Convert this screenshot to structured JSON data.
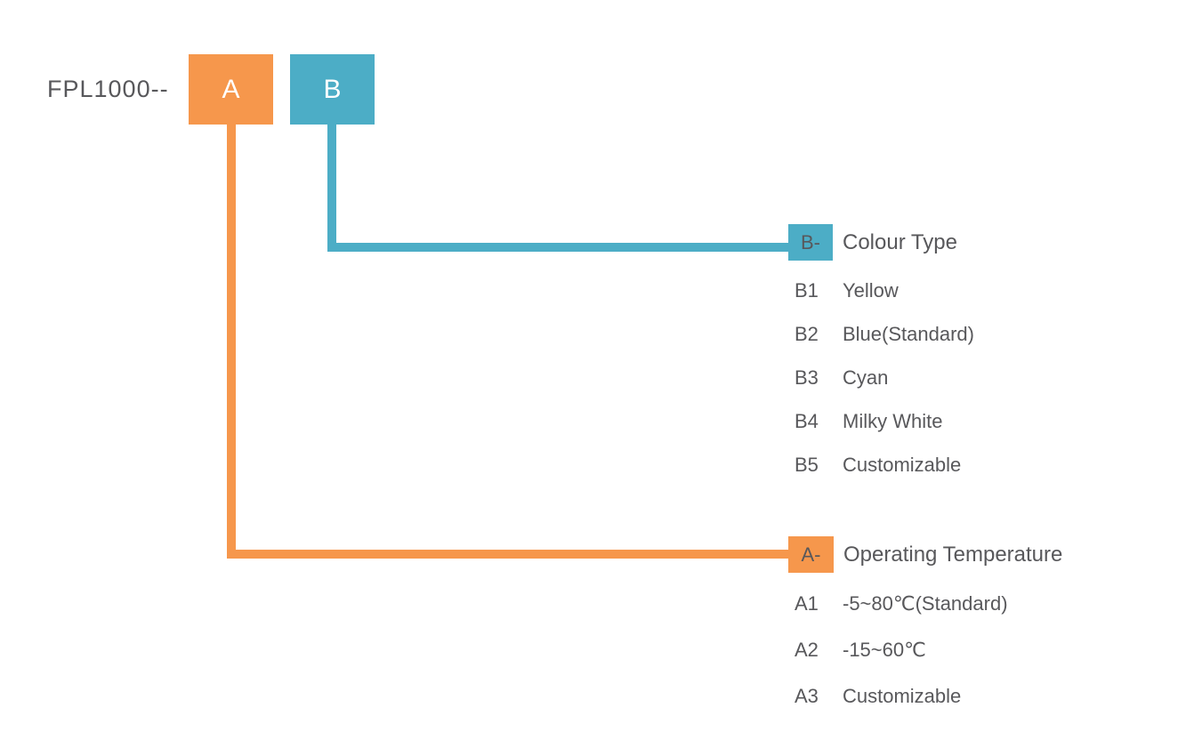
{
  "product": {
    "prefix_label": "FPL1000--",
    "code_boxes": [
      {
        "id": "A",
        "label": "A",
        "color": "#F6974C"
      },
      {
        "id": "B",
        "label": "B",
        "color": "#4CADC6"
      }
    ]
  },
  "legends": [
    {
      "id": "B",
      "tag": "B-",
      "title": "Colour Type",
      "color": "#4CADC6",
      "options": [
        {
          "code": "B1",
          "label": "Yellow"
        },
        {
          "code": "B2",
          "label": "Blue(Standard)"
        },
        {
          "code": "B3",
          "label": "Cyan"
        },
        {
          "code": "B4",
          "label": "Milky White"
        },
        {
          "code": "B5",
          "label": "Customizable"
        }
      ]
    },
    {
      "id": "A",
      "tag": "A-",
      "title": "Operating Temperature",
      "color": "#F6974C",
      "options": [
        {
          "code": "A1",
          "label": "-5~80℃(Standard)"
        },
        {
          "code": "A2",
          "label": "-15~60℃"
        },
        {
          "code": "A3",
          "label": "Customizable"
        }
      ]
    }
  ],
  "colors": {
    "orange": "#F6974C",
    "teal": "#4CADC6",
    "text": "#58585B",
    "background": "#FFFFFF"
  }
}
